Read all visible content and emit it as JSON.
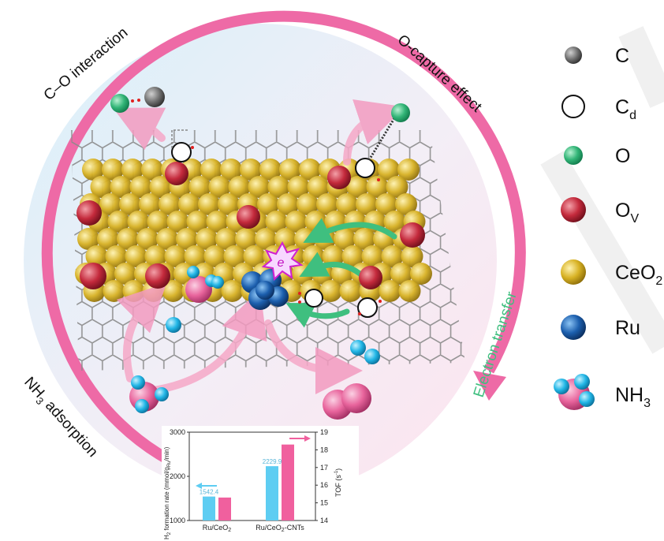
{
  "labels": {
    "co_interaction": "C–O interaction",
    "o_capture": "O-capture effect",
    "nh3_adsorption_main": "NH",
    "nh3_adsorption_sub": "3",
    "nh3_adsorption_rest": " adsorption",
    "electron_transfer": "Electron transfer",
    "electron_symbol": "e"
  },
  "legend": [
    {
      "key": "c",
      "main": "C",
      "sub": "",
      "icon": "gray-sphere",
      "color": "#6d6d6d"
    },
    {
      "key": "cd",
      "main": "C",
      "sub": "d",
      "icon": "open-circle",
      "color": "#ffffff"
    },
    {
      "key": "o",
      "main": "O",
      "sub": "",
      "icon": "green-sphere",
      "color": "#3cba7c"
    },
    {
      "key": "ov",
      "main": "O",
      "sub": "V",
      "icon": "red-sphere",
      "color": "#c0283a"
    },
    {
      "key": "ceo2",
      "main": "CeO",
      "sub": "2",
      "icon": "yellow-sphere",
      "color": "#d4b21f"
    },
    {
      "key": "ru",
      "main": "Ru",
      "sub": "",
      "icon": "blue-sphere",
      "color": "#1f5fa8"
    },
    {
      "key": "nh3",
      "main": "NH",
      "sub": "3",
      "icon": "nh3-molecule",
      "color": "#e8689f"
    }
  ],
  "chart_data": {
    "type": "bar",
    "categories": [
      "Ru/CeO2",
      "Ru/CeO2-CNTs"
    ],
    "category_labels": [
      {
        "main": "Ru/CeO",
        "sub": "2",
        "rest": ""
      },
      {
        "main": "Ru/CeO",
        "sub": "2",
        "rest": "-CNTs"
      }
    ],
    "series": [
      {
        "values": [
          1542.4,
          2229.9
        ],
        "axis": "left",
        "color": "#5ecdf2"
      },
      {
        "values": [
          15.3,
          18.3
        ],
        "axis": "right",
        "color": "#f0609e"
      }
    ],
    "data_labels": [
      "1542.4",
      "2229.9"
    ],
    "ylabel": "H2 formation rate (mmol/gRu/min)",
    "ylabel_parts": {
      "a": "H",
      "a_sub": "2",
      "b": " formation rate (mmol/g",
      "b_sub": "Ru",
      "c": "/min)"
    },
    "y2label": "TOF (s-1)",
    "y2label_parts": {
      "a": "TOF (s",
      "sup": "-1",
      "b": ")"
    },
    "ylim": [
      1000,
      3000
    ],
    "y_ticks": [
      "1000",
      "2000",
      "3000"
    ],
    "y2lim": [
      14,
      19
    ],
    "y2_ticks": [
      "14",
      "15",
      "16",
      "17",
      "18",
      "19"
    ],
    "colors": {
      "left_axis_arrow": "#5ecdf2",
      "right_axis_arrow": "#f0609e"
    }
  }
}
